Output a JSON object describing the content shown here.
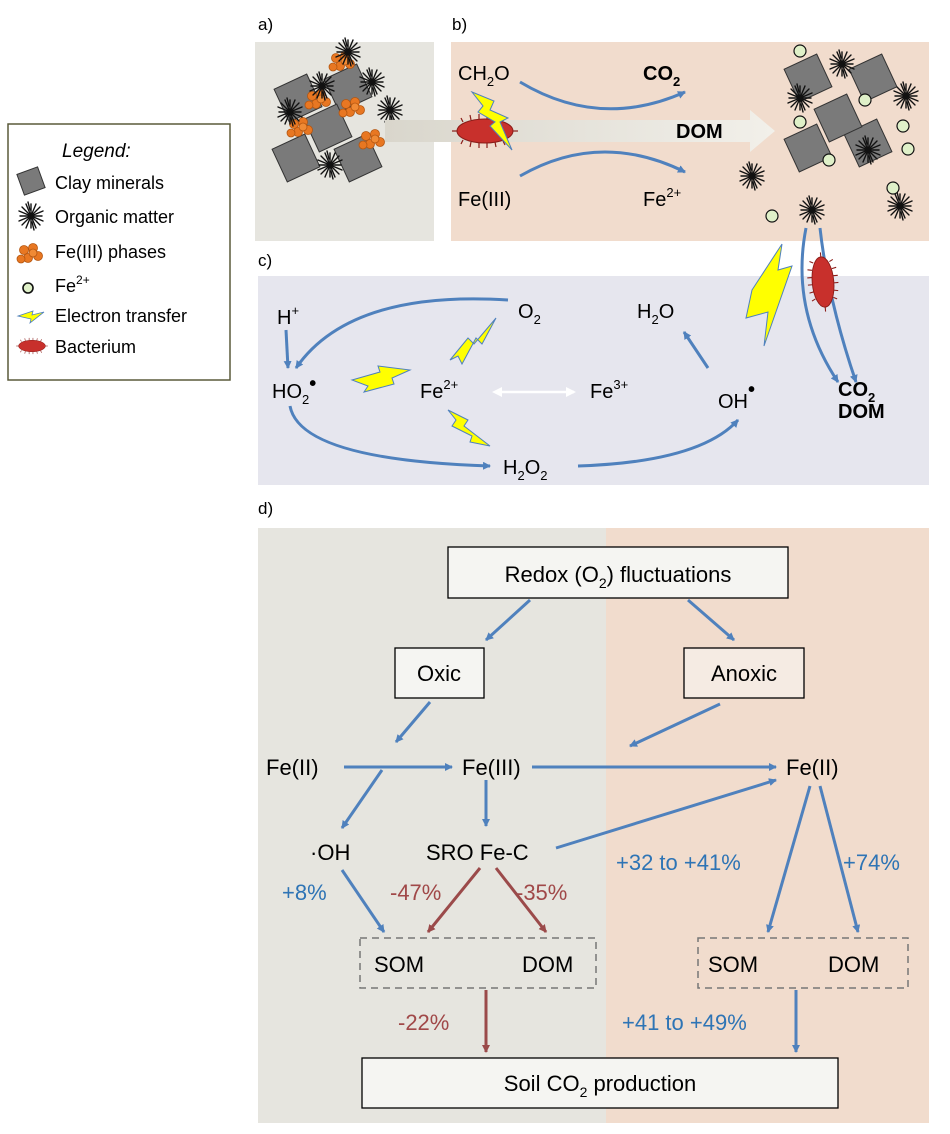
{
  "colors": {
    "arrow_blue": "#4f81bd",
    "arrow_red": "#9b4a4a",
    "text_blue": "#2e74b5",
    "text_red": "#a04848",
    "panel_gray": "#e6e5df",
    "panel_peach": "#f1dccd",
    "panel_lavender": "#e6e6ee",
    "bolt_yellow": "#ffff00",
    "bacterium_red": "#c8302c",
    "iron_orange": "#e87722",
    "clay_gray": "#7a7a7a",
    "fe2_green": "#dff0c8"
  },
  "legend": {
    "title": "Legend:",
    "items": {
      "clay": "Clay minerals",
      "organic": "Organic matter",
      "fe3": "Fe(III)  phases",
      "fe2": "Fe",
      "fe2_sup": "2+",
      "electron": "Electron transfer",
      "bacterium": "Bacterium"
    }
  },
  "panel_labels": {
    "a": "a)",
    "b": "b)",
    "c": "c)",
    "d": "d)"
  },
  "panel_b": {
    "ch2o": "CH",
    "ch2o_sub": "2",
    "ch2o_tail": "O",
    "co2": "CO",
    "co2_sub": "2",
    "dom": "DOM",
    "fe3": "Fe(III)",
    "fe2": "Fe",
    "fe2_sup": "2+"
  },
  "panel_c": {
    "hplus": "H",
    "hplus_sup": "+",
    "o2": "O",
    "o2_sub": "2",
    "h2o": "H",
    "h2o_sub": "2",
    "h2o_tail": "O",
    "ho2": "HO",
    "ho2_sub": "2",
    "radical_dot": "•",
    "fe2": "Fe",
    "fe2_sup": "2+",
    "fe3": "Fe",
    "fe3_sup": "3+",
    "oh": "OH",
    "h2o2": "H",
    "h2o2_sub1": "2",
    "h2o2_mid": "O",
    "h2o2_sub2": "2",
    "co2": "CO",
    "co2_sub": "2",
    "dom": "DOM"
  },
  "panel_d": {
    "redox": "Redox (O",
    "redox_sub": "2",
    "redox_tail": ") fluctuations",
    "oxic": "Oxic",
    "anoxic": "Anoxic",
    "fe2_left": "Fe(II)",
    "fe3": "Fe(III)",
    "fe2_right": "Fe(II)",
    "oh": "·OH",
    "sro": "SRO Fe-C",
    "pct_oh": "+8%",
    "pct_som_left": "-47%",
    "pct_dom_left": "-35%",
    "pct_som_right": "+32 to +41%",
    "pct_dom_right": "+74%",
    "som_left": "SOM",
    "dom_left": "DOM",
    "som_right": "SOM",
    "dom_right": "DOM",
    "pct_co2_left": "-22%",
    "pct_co2_right": "+41 to +49%",
    "soil_co2": "Soil CO",
    "soil_co2_sub": "2",
    "soil_co2_tail": " production"
  }
}
